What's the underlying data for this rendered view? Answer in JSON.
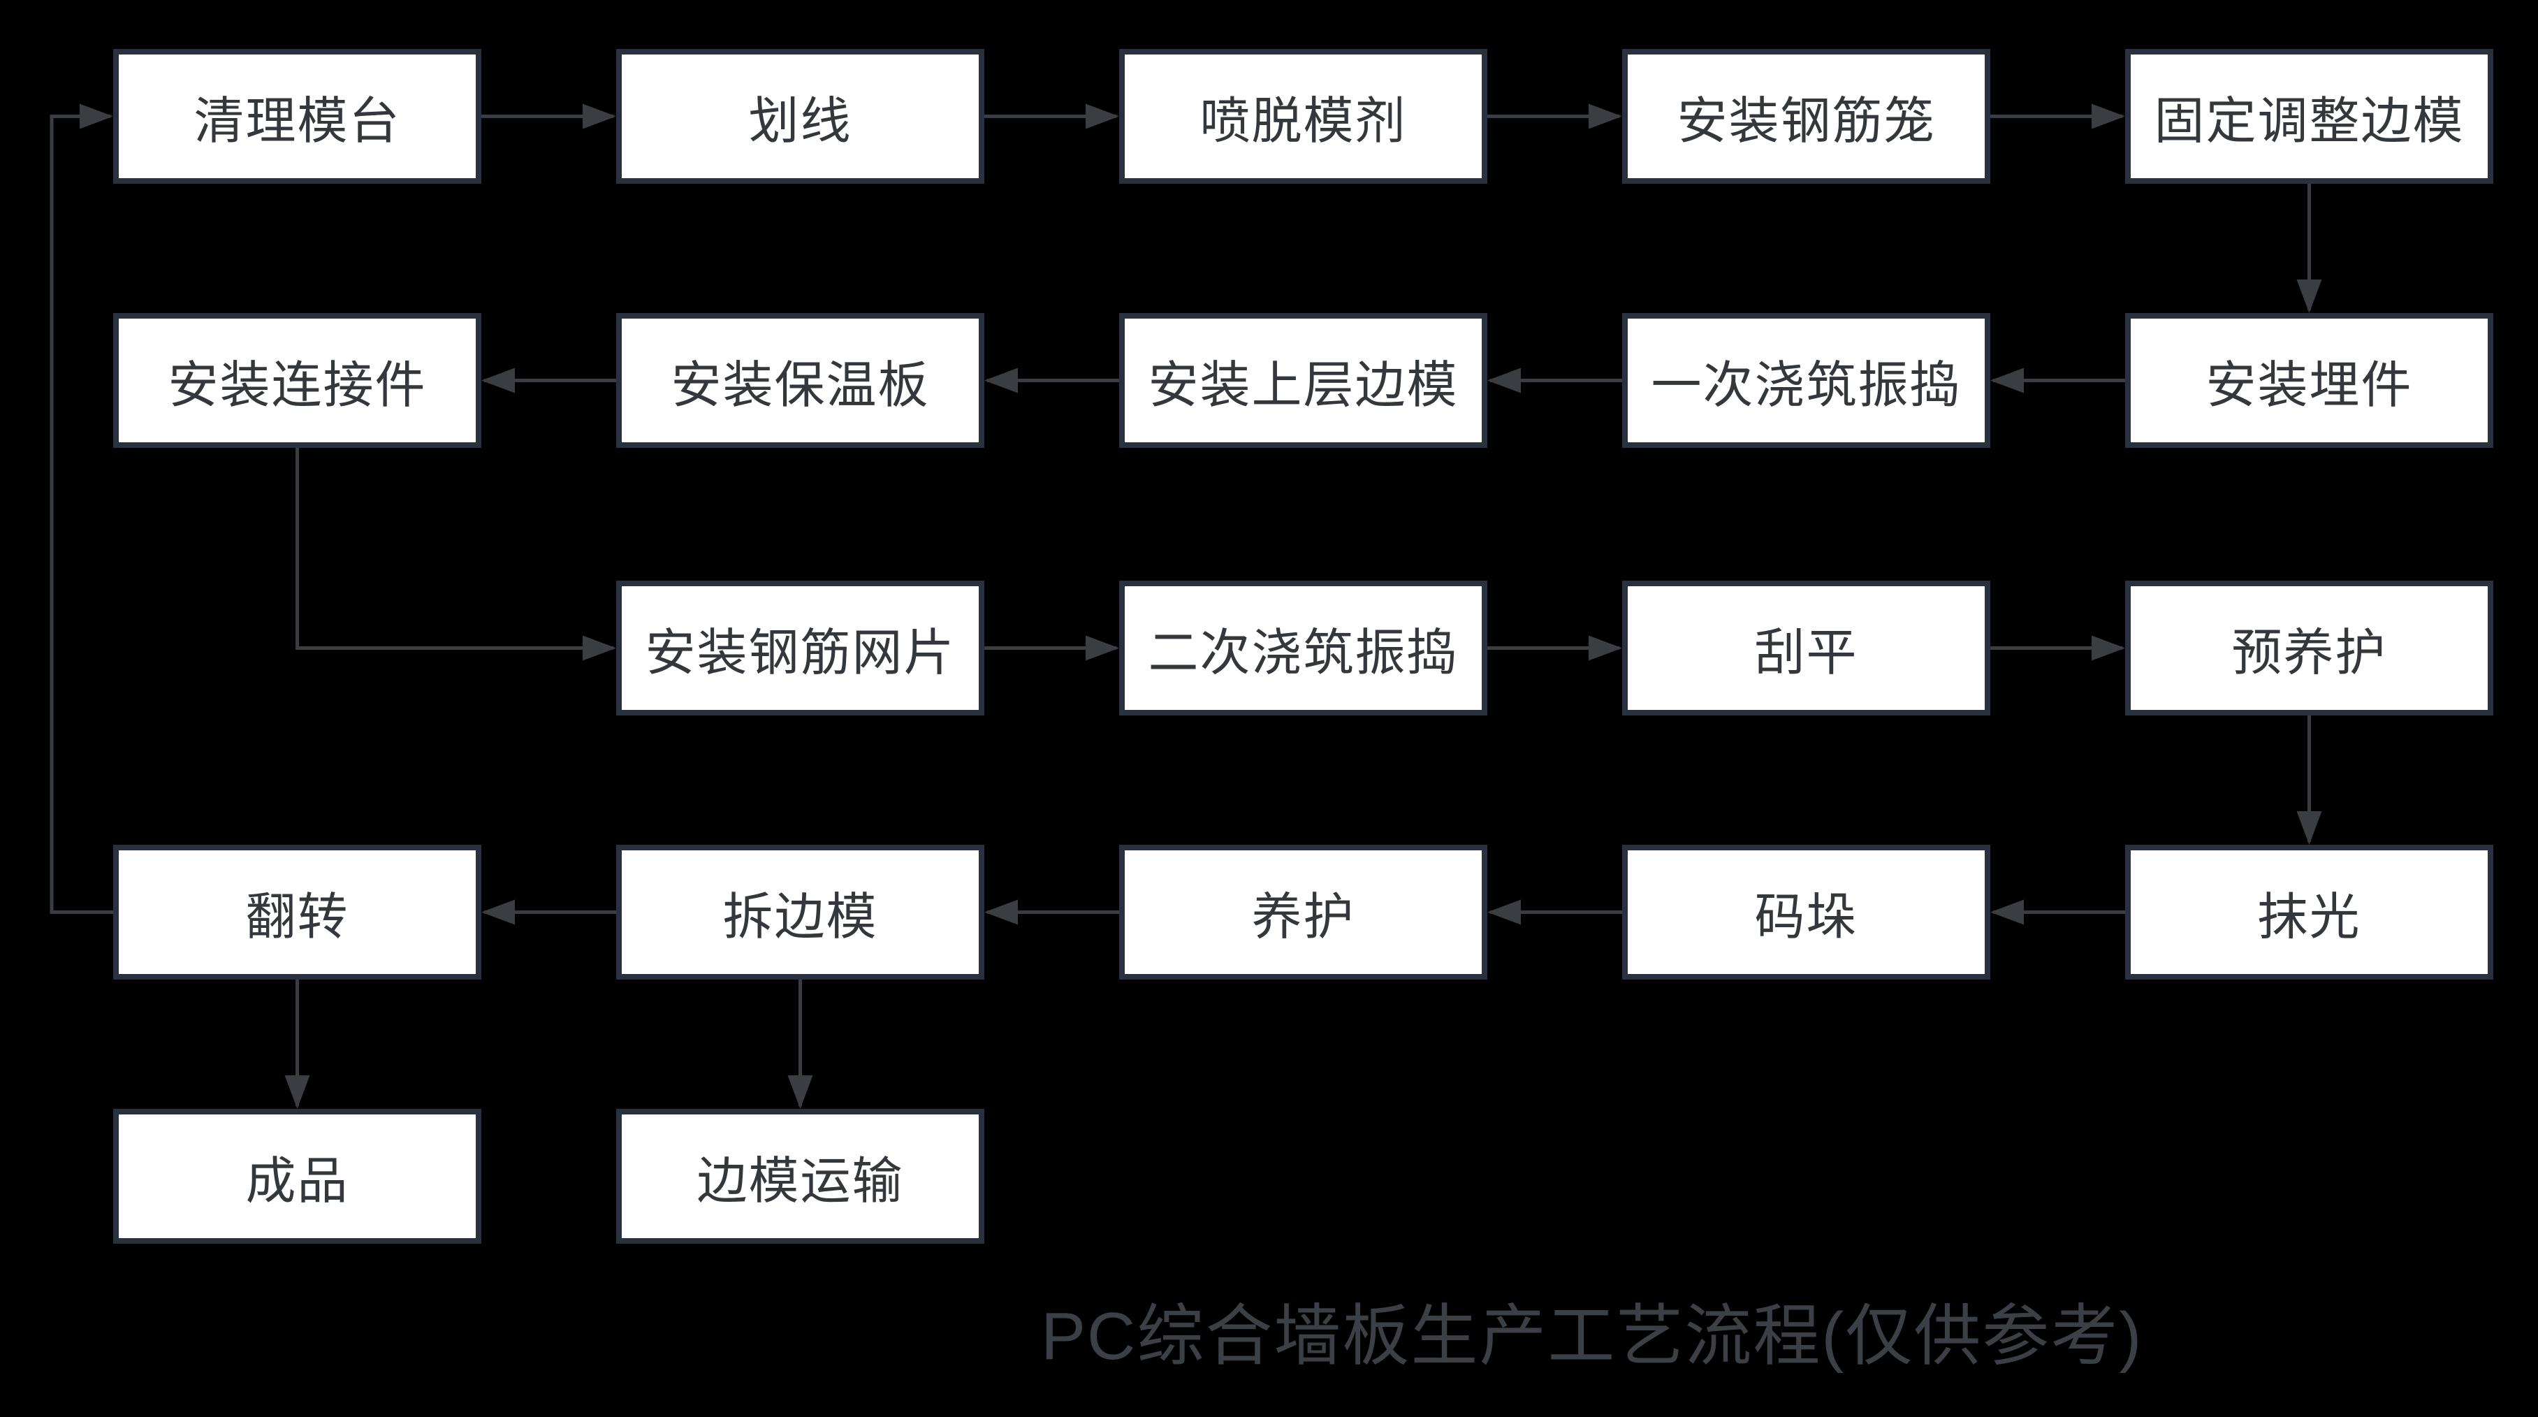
{
  "title": "PC综合墙板生产工艺流程(仅供参考)",
  "colors": {
    "background": "#000000",
    "box_fill": "#ffffff",
    "box_border": "#28313d",
    "box_text": "#34373c",
    "arrow": "#3a3d42",
    "title_text": "#3b4046"
  },
  "nodes": [
    {
      "id": "clean-mold-table",
      "label": "清理模台"
    },
    {
      "id": "marking",
      "label": "划线"
    },
    {
      "id": "spray-release-agent",
      "label": "喷脱模剂"
    },
    {
      "id": "install-rebar-cage",
      "label": "安装钢筋笼"
    },
    {
      "id": "fix-adjust-side-mold",
      "label": "固定调整边模"
    },
    {
      "id": "install-connectors",
      "label": "安装连接件"
    },
    {
      "id": "install-insulation-board",
      "label": "安装保温板"
    },
    {
      "id": "install-upper-side-mold",
      "label": "安装上层边模"
    },
    {
      "id": "first-pour-vibrate",
      "label": "一次浇筑振捣"
    },
    {
      "id": "install-embeds",
      "label": "安装埋件"
    },
    {
      "id": "install-rebar-mesh",
      "label": "安装钢筋网片"
    },
    {
      "id": "second-pour-vibrate",
      "label": "二次浇筑振捣"
    },
    {
      "id": "screed",
      "label": "刮平"
    },
    {
      "id": "pre-curing",
      "label": "预养护"
    },
    {
      "id": "flip",
      "label": "翻转"
    },
    {
      "id": "remove-side-mold",
      "label": "拆边模"
    },
    {
      "id": "curing",
      "label": "养护"
    },
    {
      "id": "stacking",
      "label": "码垛"
    },
    {
      "id": "trowel",
      "label": "抹光"
    },
    {
      "id": "finished-product",
      "label": "成品"
    },
    {
      "id": "side-mold-transport",
      "label": "边模运输"
    }
  ],
  "edges": [
    {
      "from": "clean-mold-table",
      "to": "marking"
    },
    {
      "from": "marking",
      "to": "spray-release-agent"
    },
    {
      "from": "spray-release-agent",
      "to": "install-rebar-cage"
    },
    {
      "from": "install-rebar-cage",
      "to": "fix-adjust-side-mold"
    },
    {
      "from": "fix-adjust-side-mold",
      "to": "install-embeds"
    },
    {
      "from": "install-embeds",
      "to": "first-pour-vibrate"
    },
    {
      "from": "first-pour-vibrate",
      "to": "install-upper-side-mold"
    },
    {
      "from": "install-upper-side-mold",
      "to": "install-insulation-board"
    },
    {
      "from": "install-insulation-board",
      "to": "install-connectors"
    },
    {
      "from": "install-connectors",
      "to": "install-rebar-mesh"
    },
    {
      "from": "install-rebar-mesh",
      "to": "second-pour-vibrate"
    },
    {
      "from": "second-pour-vibrate",
      "to": "screed"
    },
    {
      "from": "screed",
      "to": "pre-curing"
    },
    {
      "from": "pre-curing",
      "to": "trowel"
    },
    {
      "from": "trowel",
      "to": "stacking"
    },
    {
      "from": "stacking",
      "to": "curing"
    },
    {
      "from": "curing",
      "to": "remove-side-mold"
    },
    {
      "from": "remove-side-mold",
      "to": "flip"
    },
    {
      "from": "flip",
      "to": "clean-mold-table"
    },
    {
      "from": "flip",
      "to": "finished-product"
    },
    {
      "from": "remove-side-mold",
      "to": "side-mold-transport"
    }
  ]
}
